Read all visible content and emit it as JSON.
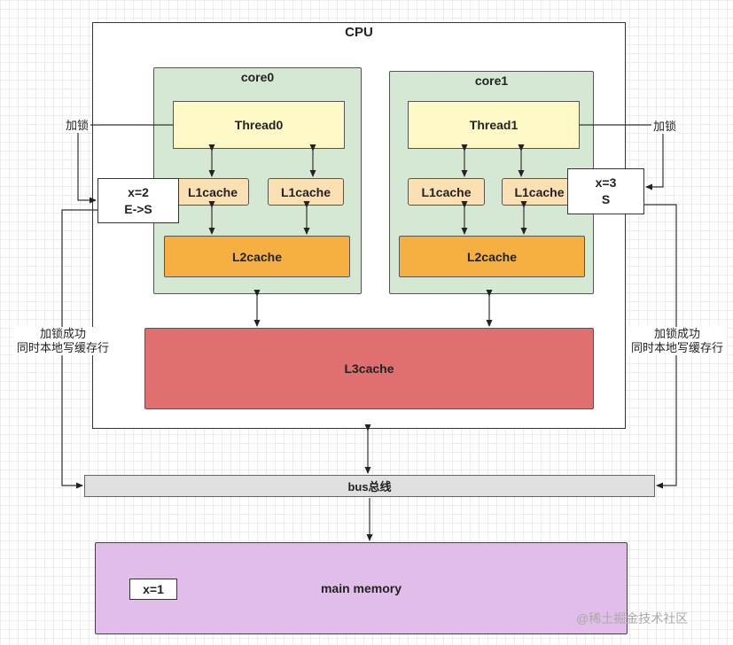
{
  "cpu": {
    "label": "CPU"
  },
  "cores": [
    {
      "label": "core0",
      "thread": "Thread0",
      "l1": [
        "L1cache",
        "L1cache"
      ],
      "l2": "L2cache"
    },
    {
      "label": "core1",
      "thread": "Thread1",
      "l1": [
        "L1cache",
        "L1cache"
      ],
      "l2": "L2cache"
    }
  ],
  "l3": {
    "label": "L3cache"
  },
  "states": [
    {
      "value": "x=2",
      "status": "E->S"
    },
    {
      "value": "x=3",
      "status": "S"
    }
  ],
  "labels": {
    "lock_left": "加锁",
    "lock_right": "加锁",
    "success_left": [
      "加锁成功",
      "同时本地写缓存行"
    ],
    "success_right": [
      "加锁成功",
      "同时本地写缓存行"
    ]
  },
  "bus": {
    "label": "bus总线"
  },
  "memory": {
    "label": "main memory",
    "value": "x=1"
  },
  "watermark": "@稀土掘金技术社区",
  "colors": {
    "core": "#d5e8d4",
    "thread": "#fff9c8",
    "l1": "#fbe0b4",
    "l2": "#f6b042",
    "l3": "#e06f6f",
    "bus": "#e0e0e0",
    "memory": "#e1bde9"
  }
}
